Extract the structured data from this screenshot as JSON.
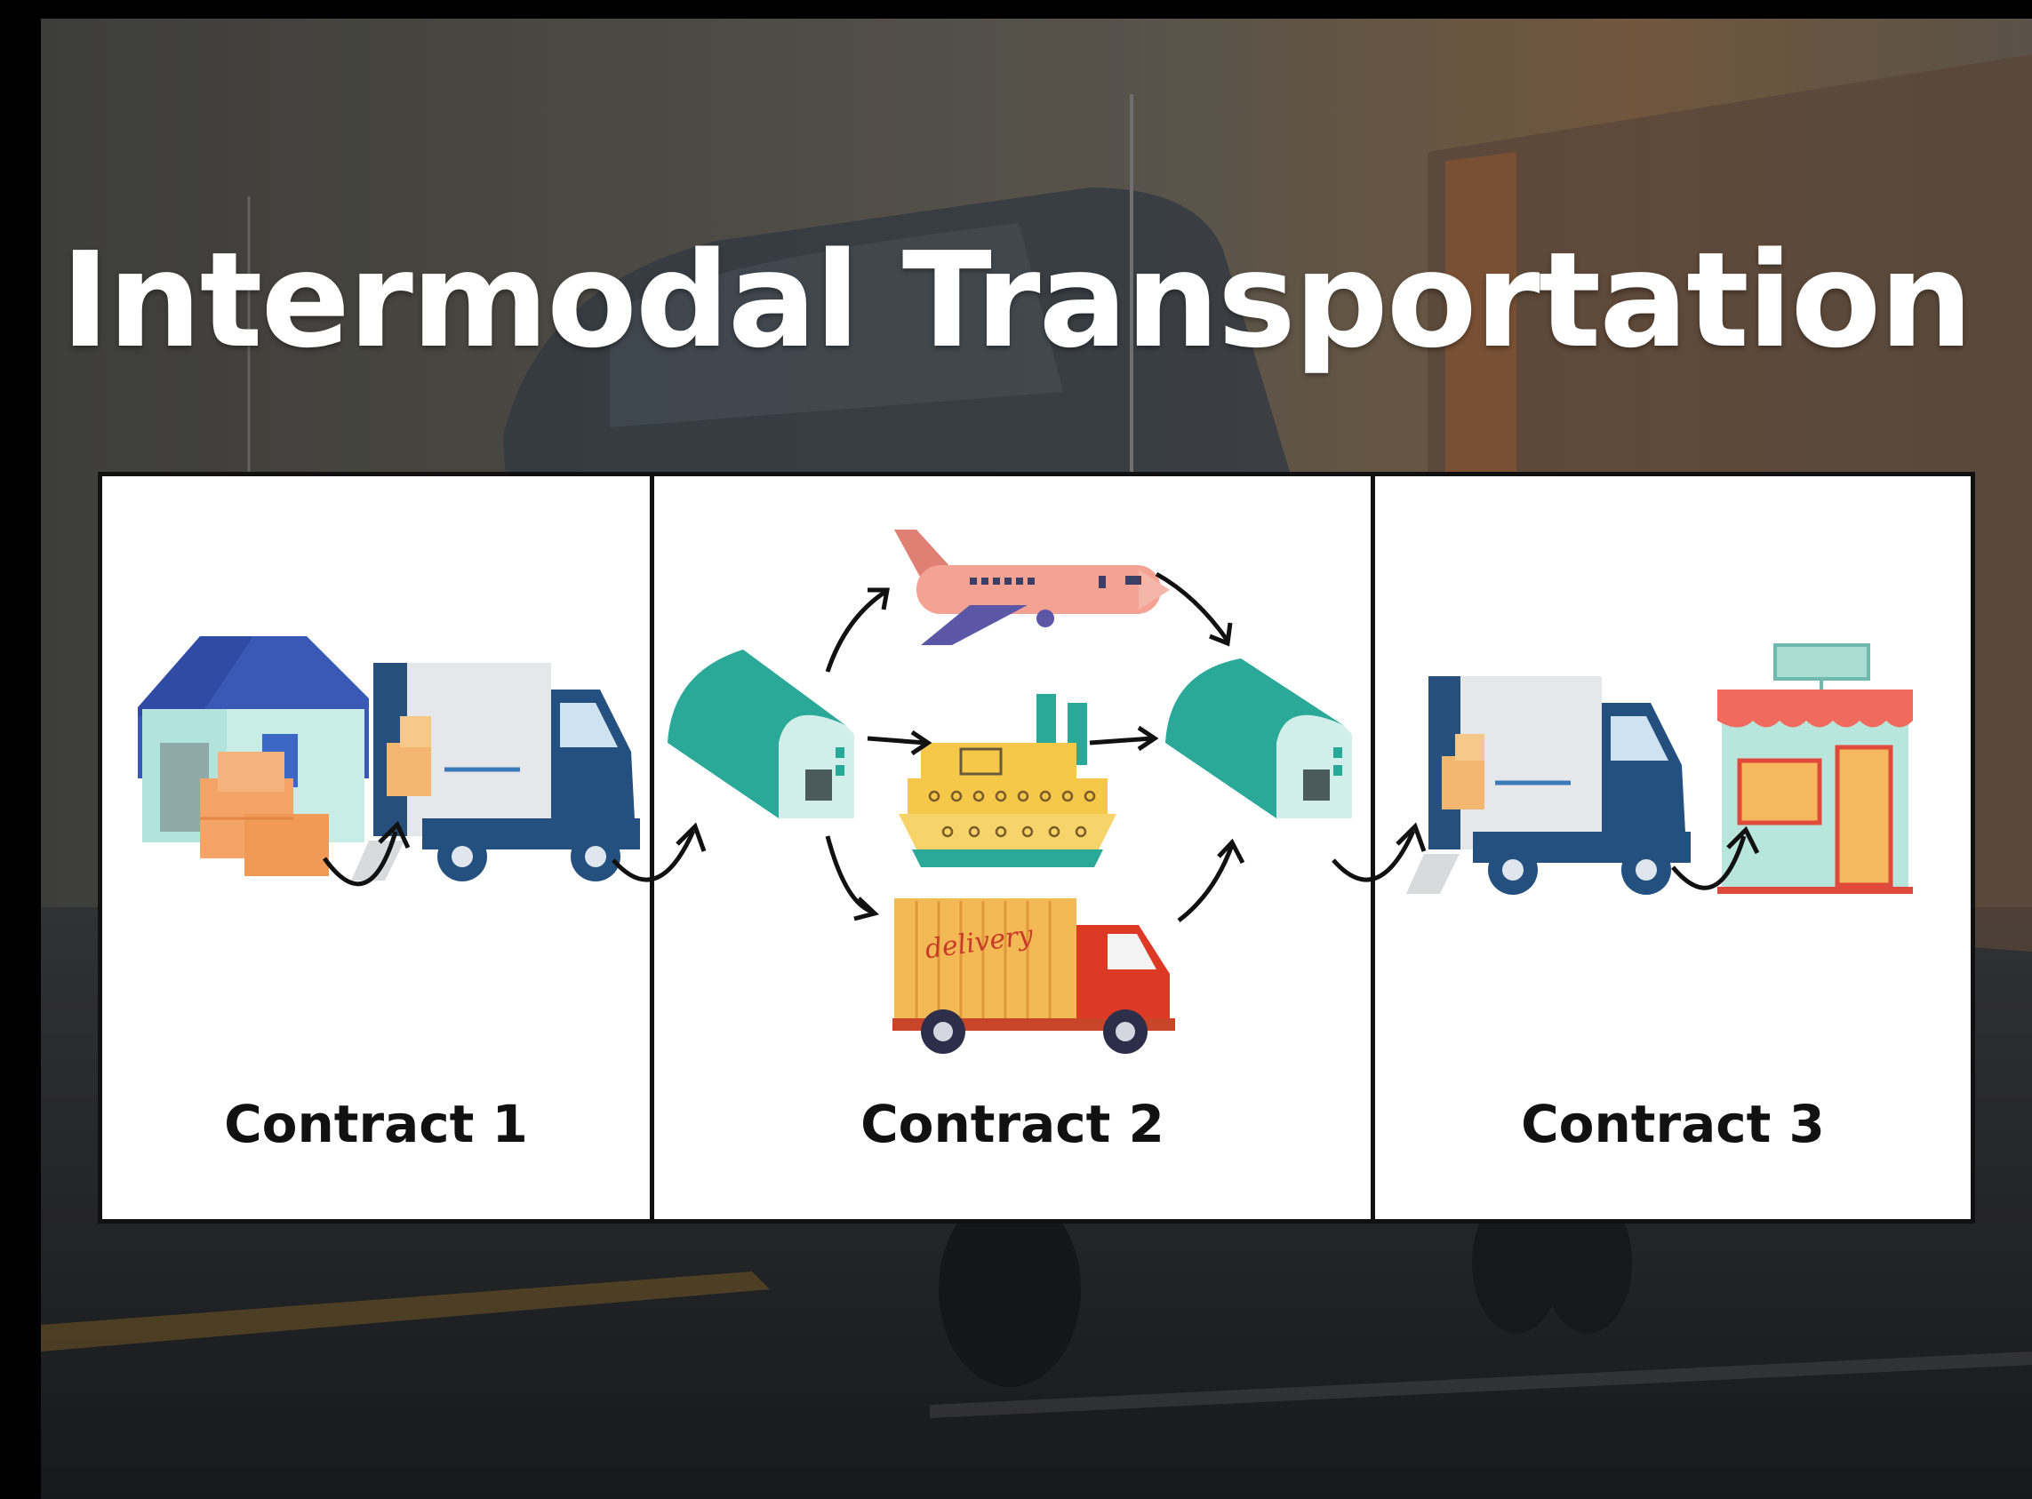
{
  "title": "Intermodal Transportation",
  "contracts": [
    {
      "label": "Contract 1"
    },
    {
      "label": "Contract 2"
    },
    {
      "label": "Contract 3"
    }
  ],
  "icons": {
    "contract_1": [
      "warehouse-icon",
      "delivery-van-icon"
    ],
    "contract_2": [
      "hangar-icon",
      "airplane-icon",
      "ship-icon",
      "delivery-truck-icon",
      "hangar-icon"
    ],
    "contract_3": [
      "delivery-van-icon",
      "storefront-icon"
    ]
  },
  "truck_lettering": "delivery",
  "colors": {
    "title_text": "#ffffff",
    "panel_bg": "#ffffff",
    "panel_border": "#111111",
    "hangar_teal": "#2aa898",
    "van_navy": "#23507e",
    "plane_pink": "#f3a294",
    "truck_yellow": "#f3b954",
    "truck_red": "#dc3a25",
    "store_awning": "#f06b5e"
  }
}
